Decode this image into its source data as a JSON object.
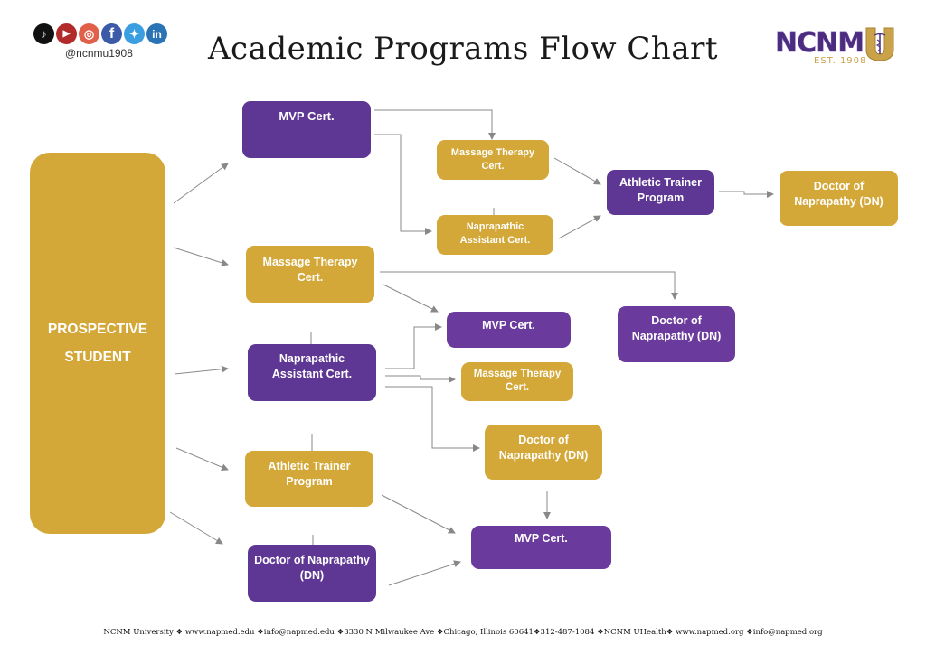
{
  "header": {
    "title": "Academic Programs Flow Chart",
    "social_handle": "@ncnmu1908",
    "social_icons": [
      {
        "name": "tiktok-icon",
        "glyph": "♪",
        "color": "#111111"
      },
      {
        "name": "youtube-icon",
        "glyph": "▶",
        "color": "#b22a2a"
      },
      {
        "name": "instagram-icon",
        "glyph": "◎",
        "color": "#e0604a"
      },
      {
        "name": "facebook-icon",
        "glyph": "f",
        "color": "#3b5ba8"
      },
      {
        "name": "twitter-icon",
        "glyph": "✦",
        "color": "#3a9ee0"
      },
      {
        "name": "linkedin-icon",
        "glyph": "in",
        "color": "#2a74b5"
      }
    ],
    "logo": {
      "text": "NCNM",
      "letter": "U",
      "est": "EST. 1908"
    }
  },
  "colors": {
    "gold": "#d4a838",
    "purple": "#5e3693",
    "connector": "#888888"
  },
  "nodes": {
    "start": {
      "label": "PROSPECTIVE\nSTUDENT",
      "line1": "PROSPECTIVE",
      "line2": "STUDENT"
    },
    "mvp_top": {
      "label": "MVP Cert."
    },
    "mt_branch1": {
      "label": "Massage Therapy Cert."
    },
    "na_branch1": {
      "label": "Naprapathic Assistant Cert."
    },
    "at_branch1": {
      "label": "Athletic Trainer Program"
    },
    "dn_branch1": {
      "label": "Doctor of Naprapathy (DN)"
    },
    "mt_main": {
      "label": "Massage Therapy Cert."
    },
    "dn_branch2": {
      "label": "Doctor of Naprapathy (DN)"
    },
    "na_main": {
      "label": "Naprapathic Assistant Cert."
    },
    "mvp_branch3": {
      "label": "MVP Cert."
    },
    "mt_branch3": {
      "label": "Massage Therapy Cert."
    },
    "dn_branch3": {
      "label": "Doctor of Naprapathy (DN)"
    },
    "at_main": {
      "label": "Athletic Trainer Program"
    },
    "dn_main": {
      "label": "Doctor of Naprapathy (DN)"
    },
    "mvp_bottom": {
      "label": "MVP Cert."
    }
  },
  "footer": {
    "text": "NCNM University ❖ www.napmed.edu ❖info@napmed.edu ❖3330 N Milwaukee Ave ❖Chicago, Illinois 60641❖312-487-1084 ❖NCNM UHealth❖ www.napmed.org ❖info@napmed.org"
  }
}
